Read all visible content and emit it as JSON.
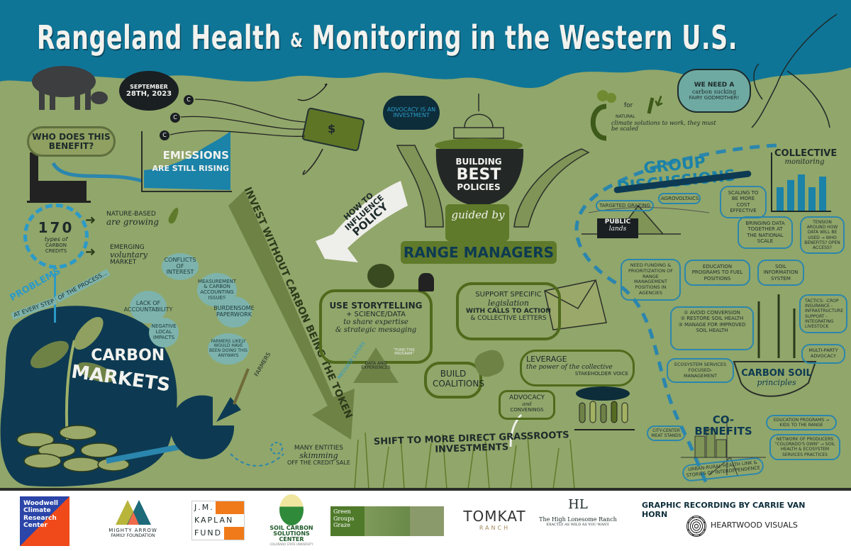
{
  "title": {
    "part1": "Rangeland Health",
    "amp": "&",
    "part2": "Monitoring in the Western U.S."
  },
  "date": {
    "line1": "September",
    "line2": "28th, 2023"
  },
  "who_benefit": "Who does this benefit?",
  "emissions": {
    "line1": "Emissions",
    "line2": "are still rising"
  },
  "carbon_coin_label": "C",
  "money_symbol": "$",
  "advocacy_investment": "Advocacy is an investment",
  "building": {
    "line1": "Building",
    "line2": "Best",
    "line3": "Policies",
    "guided": "guided by",
    "range": "Range Managers"
  },
  "influence_policy": {
    "line1": "How to influence",
    "line2": "Policy"
  },
  "invest_arrow": "Invest without carbon being the token",
  "credits": {
    "number": "170",
    "line1": "types of",
    "line2": "carbon credits"
  },
  "nature_based": {
    "line1": "Nature-based",
    "line2": "are growing"
  },
  "emerging": {
    "line1": "Emerging",
    "line2": "voluntary",
    "line3": "market"
  },
  "problems": {
    "line1": "Problems",
    "line2": "at every step",
    "line3": "of the process..."
  },
  "problem_bubbles": [
    "Conflicts of interest",
    "Measurement & carbon accounting issues",
    "Lack of accountability",
    "Burdensome paperwork",
    "Negative local impacts",
    "Farmers likely would have been doing this anyways"
  ],
  "carbon_markets": {
    "line1": "Carbon",
    "line2": "Markets"
  },
  "farmers_label": "Farmers",
  "skimming": {
    "line1": "Many entities",
    "line2": "skimming",
    "line3": "off the credit sale"
  },
  "shift": "Shift to more direct grassroots investments",
  "storytelling": {
    "line1": "Use Storytelling",
    "line2": "+ Science/Data",
    "line3": "to share expertise",
    "line4": "& strategic messaging",
    "layers": "Message layers",
    "pyramid": "Data and experiences",
    "fund": "\"Fund this program\""
  },
  "legislation": {
    "line1": "Support specific",
    "line2": "legislation",
    "line3": "with calls to action",
    "line4": "& collective letters"
  },
  "coalitions": {
    "line1": "Build",
    "line2": "Coalitions"
  },
  "leverage": {
    "line1": "Leverage",
    "line2": "the power of the collective",
    "line3": "stakeholder voice"
  },
  "advocacy_convenings": {
    "line1": "Advocacy",
    "line2": "and",
    "line3": "convenings"
  },
  "natural_solutions": {
    "for": "for",
    "natural": "natural",
    "line": "climate solutions to work, they must be scaled"
  },
  "fairy": {
    "line1": "We need a",
    "line2": "carbon sucking",
    "line3": "fairy godmother!"
  },
  "group_discussions": "Group Discussions",
  "public_lands": {
    "line1": "Public",
    "line2": "lands"
  },
  "gd_bubbles": {
    "targeted_grazing": "Targeted grazing",
    "agrovoltaics": "Agrovoltaics",
    "funding": "Need funding & prioritization of range management positions in agencies",
    "education_fuel": "Education programs to fuel positions",
    "scaling": "Scaling to be more cost effective",
    "bringing_data": "Bringing data together at the national scale",
    "tension": "Tension around how data will be used → Who benefits? open access?",
    "soil_info": "Soil information system"
  },
  "collective_monitoring": {
    "line1": "Collective",
    "line2": "monitoring",
    "bars": [
      0.55,
      0.72,
      0.85,
      0.55,
      0.8
    ]
  },
  "soil": {
    "principles_box": {
      "avoid": "① Avoid conversion",
      "restore": "② Restore soil health",
      "manage": "③ Manage for improved soil health"
    },
    "ecosystem": "Ecosystem services focused-management",
    "tactics": "Tactics: -Crop insurance -Infrastructure support -Integrating livestock",
    "multi_party": "Multi-party advocacy",
    "title1": "Carbon Soil",
    "title2": "principles"
  },
  "cobenefits": {
    "title": "Co-Benefits",
    "city": "City-center meat stands",
    "education": "Education programs → kids to the range",
    "network": "Network of producers \"Colorado's Own\" → Soil health & ecosystem services practices",
    "urban": "Urban-rural health link & stories of interdependence"
  },
  "footer": {
    "woodwell": "Woodwell Climate Research Center",
    "mighty_arrow": "Mighty Arrow",
    "mighty_arrow_sub": "Family Foundation",
    "kaplan": [
      "J.M.",
      "KAPLAN",
      "FUND"
    ],
    "soil_carbon": "Soil Carbon Solutions Center",
    "soil_carbon_sub": "Colorado State University",
    "green_groups": [
      "Green",
      "Groups",
      "Graze"
    ],
    "tomkat": "TOMKAT",
    "tomkat_sub": "RANCH",
    "hl_mark": "HL",
    "hl_name": "The High Lonesome Ranch",
    "hl_tag": "Exactly as wild as you want.",
    "credit": "Graphic recording by Carrie Van Horn",
    "heartwood": "Heartwood Visuals"
  },
  "colors": {
    "sky": "#0f7597",
    "field": "#91a66a",
    "navy": "#0d3a52",
    "teal": "#2b86ad",
    "olive": "#4f6a1c"
  }
}
